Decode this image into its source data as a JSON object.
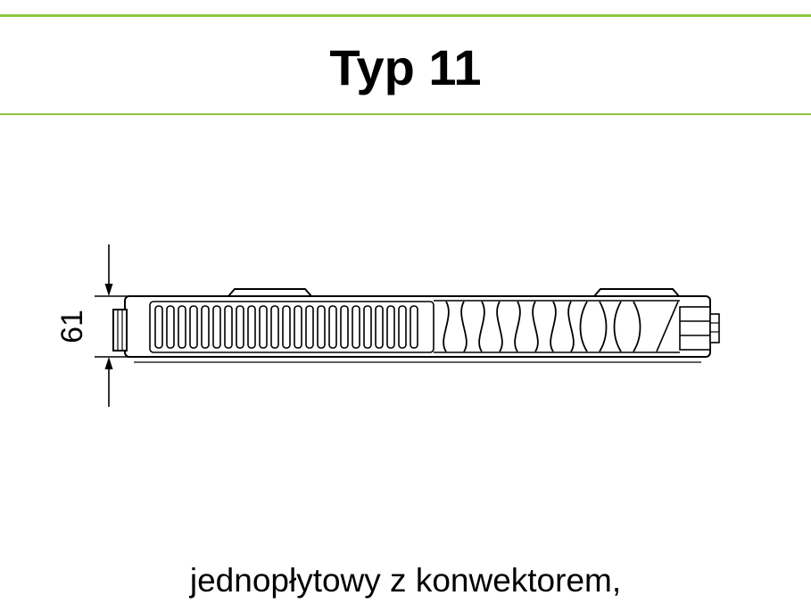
{
  "header": {
    "title": "Typ 11"
  },
  "diagram": {
    "dimension_height": "61"
  },
  "footer": {
    "caption": "jednopłytowy z konwektorem,"
  },
  "colors": {
    "accent_green": "#8DC63F",
    "drawing_black": "#000000"
  }
}
